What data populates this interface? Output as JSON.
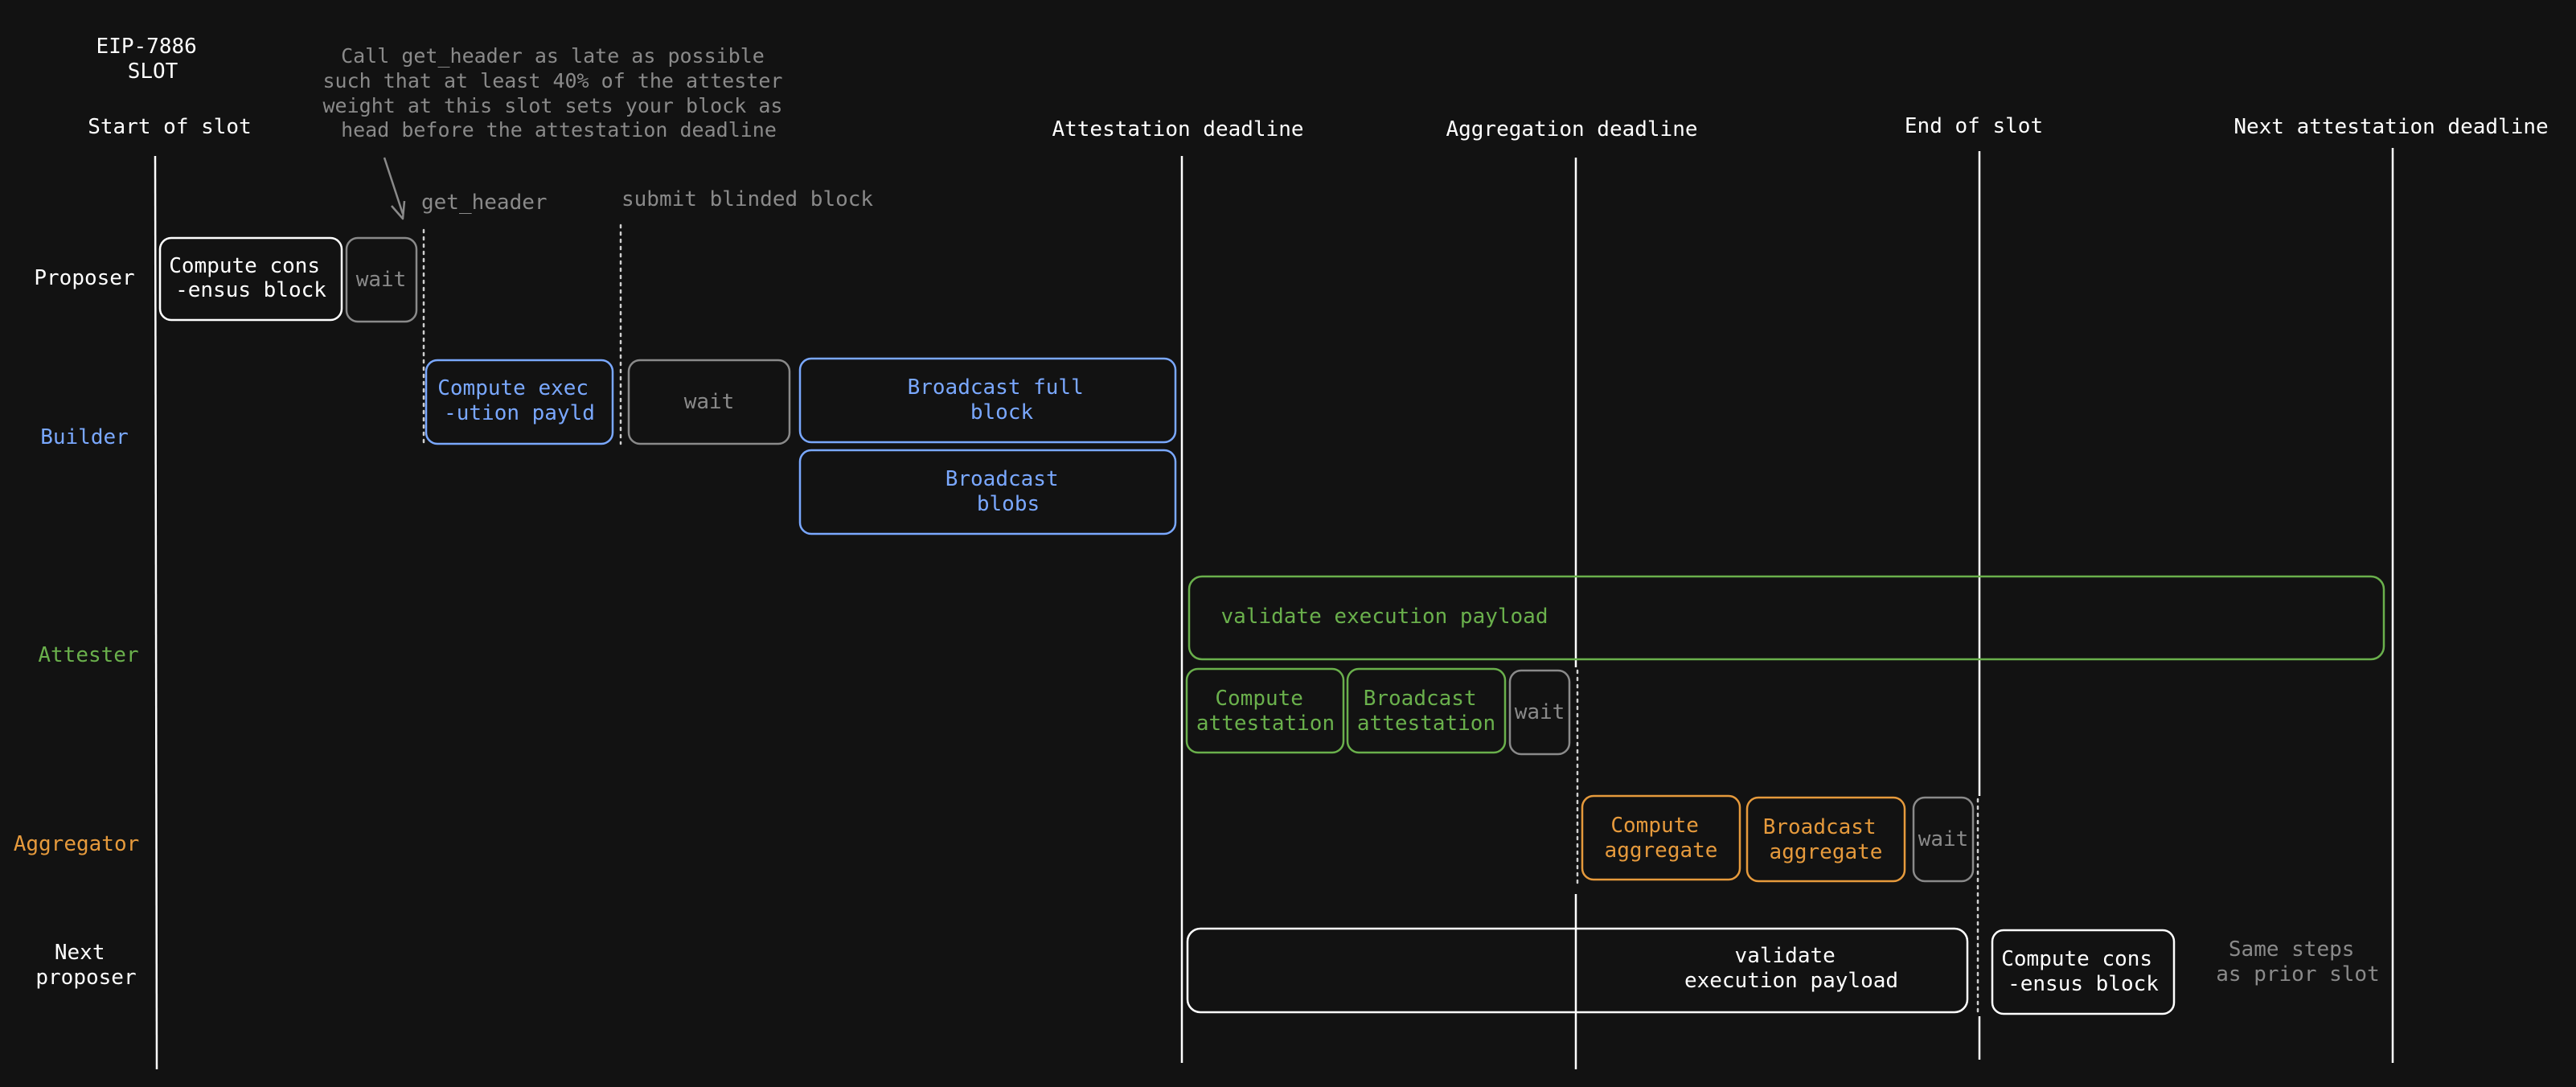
{
  "title": [
    "EIP-7886",
    "SLOT"
  ],
  "note": [
    "Call get_header as late as possible",
    "such that at least 40% of the attester",
    "weight at this slot sets your block as",
    "head before the attestation deadline"
  ],
  "markers": {
    "start_of_slot": "Start of slot",
    "attestation_deadline": "Attestation deadline",
    "aggregation_deadline": "Aggregation deadline",
    "end_of_slot": "End of slot",
    "next_attestation_deadline": "Next attestation deadline",
    "get_header": "get_header",
    "submit_blinded_block": "submit blinded block"
  },
  "rows": {
    "proposer": [
      "Proposer"
    ],
    "builder": [
      "Builder"
    ],
    "attester": [
      "Attester"
    ],
    "aggregator": [
      "Aggregator"
    ],
    "next_proposer": [
      "Next",
      "proposer"
    ]
  },
  "boxes": {
    "proposer_compute": [
      "Compute cons",
      "-ensus block"
    ],
    "proposer_wait": [
      "wait"
    ],
    "builder_compute": [
      "Compute exec",
      "-ution payld"
    ],
    "builder_wait": [
      "wait"
    ],
    "builder_broadcast_full": [
      "Broadcast full",
      "block"
    ],
    "builder_broadcast_blobs": [
      "Broadcast",
      "blobs"
    ],
    "attester_validate": [
      "validate execution payload"
    ],
    "attester_compute": [
      "Compute",
      "attestation"
    ],
    "attester_broadcast": [
      "Broadcast",
      "attestation"
    ],
    "attester_wait": [
      "wait"
    ],
    "aggregator_compute": [
      "Compute",
      "aggregate"
    ],
    "aggregator_broadcast": [
      "Broadcast",
      "aggregate"
    ],
    "aggregator_wait": [
      "wait"
    ],
    "next_validate": [
      "validate",
      "execution payload"
    ],
    "next_compute": [
      "Compute cons",
      "-ensus block"
    ],
    "same_steps": [
      "Same steps",
      "as prior slot"
    ]
  },
  "colors": {
    "background": "#121212",
    "white": "#ffffff",
    "gray": "#8a8a8a",
    "blue": "#7aa8ff",
    "green": "#6ab04c",
    "orange": "#e69a3c"
  }
}
